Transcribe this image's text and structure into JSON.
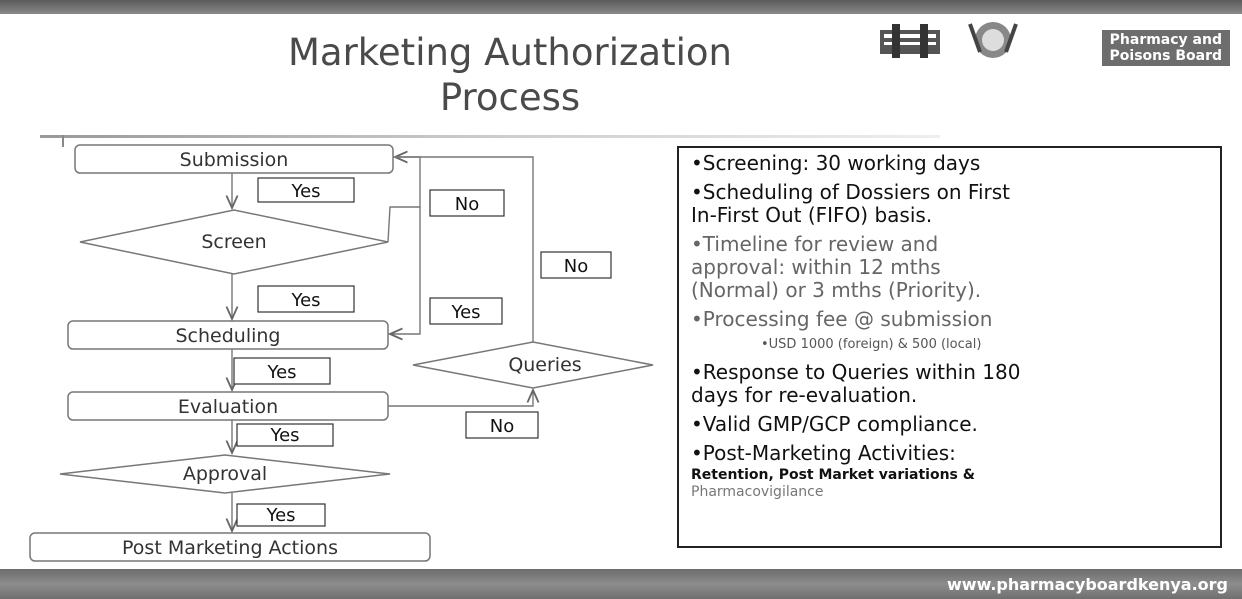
{
  "header": {
    "title_line1": "Marketing Authorization",
    "title_line2": "Process",
    "board_name_line1": "Pharmacy and",
    "board_name_line2": "Poisons Board"
  },
  "flowchart": {
    "nodes": {
      "submission": "Submission",
      "screen": "Screen",
      "scheduling": "Scheduling",
      "evaluation": "Evaluation",
      "approval": "Approval",
      "post_marketing": "Post Marketing Actions",
      "queries": "Queries"
    },
    "labels": {
      "yes": "Yes",
      "no": "No"
    }
  },
  "info": {
    "screening": "•Screening: 30 working days",
    "scheduling_l1": "•Scheduling of Dossiers on First",
    "scheduling_l2": "In-First Out (FIFO) basis.",
    "timeline_l1": "•Timeline for review and",
    "timeline_l2": "approval: within 12 mths",
    "timeline_l3": "(Normal) or 3 mths (Priority).",
    "fee": "•Processing fee @ submission",
    "fee_detail": "•USD 1000 (foreign) & 500 (local)",
    "response_l1": "•Response to Queries within 180",
    "response_l2": "days for re-evaluation.",
    "gmp": "•Valid GMP/GCP compliance.",
    "post_l1": "•Post-Marketing Activities:",
    "post_l2": "Retention, Post Market variations &",
    "post_l3": "Pharmacovigilance"
  },
  "footer": {
    "website": "www.pharmacyboardkenya.org"
  }
}
